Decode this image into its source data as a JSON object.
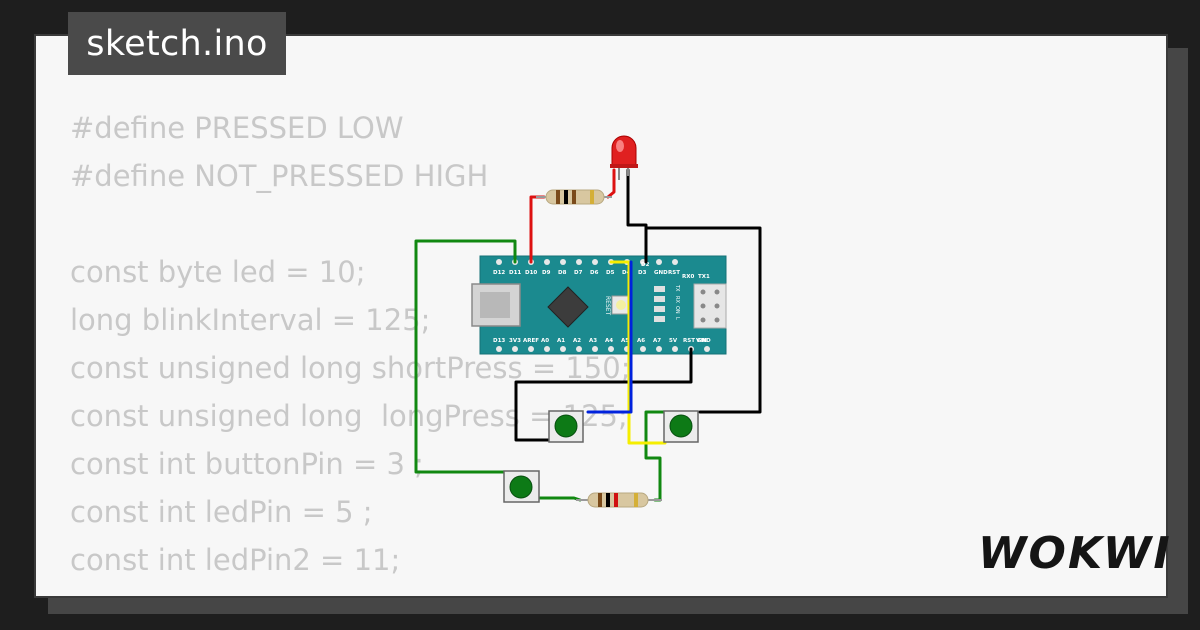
{
  "file": {
    "name": "sketch.ino"
  },
  "code_lines": [
    "#define PRESSED LOW",
    "#define NOT_PRESSED HIGH",
    "",
    "const byte led = 10;",
    "long blinkInterval = 125;",
    "const unsigned long shortPress = 150;",
    "const unsigned long  longPress = 125;",
    "const int buttonPin = 3 ;",
    "const int ledPin = 5 ;",
    "const int ledPin2 = 11;",
    "..."
  ],
  "board": {
    "top_pins": [
      "D12",
      "D11",
      "D10",
      "D9",
      "D8",
      "D7",
      "D6",
      "D5",
      "D4",
      "D3",
      "D2",
      "GND",
      "RST",
      "RX0",
      "TX1"
    ],
    "bottom_pins": [
      "D13",
      "3V3",
      "AREF",
      "A0",
      "A1",
      "A2",
      "A3",
      "A4",
      "A5",
      "A6",
      "A7",
      "5V",
      "RST",
      "GND",
      "VIN"
    ],
    "reset_label": "RESET",
    "led_labels": [
      "TX",
      "RX",
      "ON",
      "L"
    ]
  },
  "logo": {
    "text": "WOKWI"
  },
  "colors": {
    "background": "#1e1e1e",
    "card": "#f7f7f7",
    "board": "#1b8a8f",
    "wire_red": "#dd1111",
    "wire_green": "#118811",
    "wire_black": "#000000",
    "wire_yellow": "#f5ee00",
    "wire_blue": "#0022dd",
    "button": "#0d7a16"
  }
}
